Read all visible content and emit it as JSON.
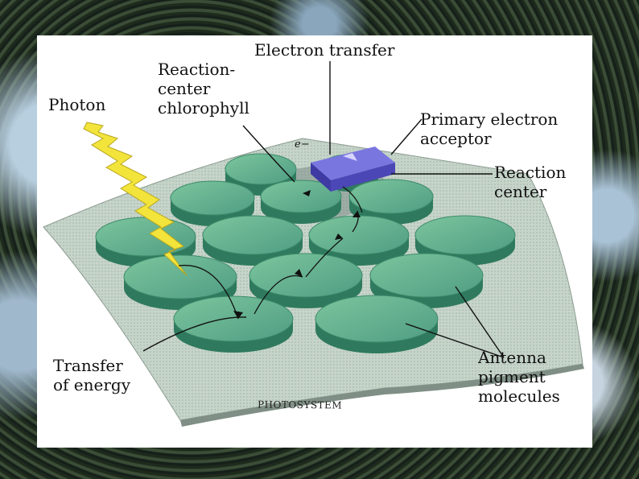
{
  "diagram": {
    "labels": {
      "electron_transfer": "Electron transfer",
      "reaction_center_chlorophyll": [
        "Reaction-",
        "center",
        "chlorophyll"
      ],
      "photon": "Photon",
      "primary_electron_acceptor": [
        "Primary electron",
        "acceptor"
      ],
      "reaction_center": [
        "Reaction",
        "center"
      ],
      "transfer_of_energy": [
        "Transfer",
        "of energy"
      ],
      "antenna_pigment_molecules": [
        "Antenna",
        "pigment",
        "molecules"
      ],
      "electron_symbol": "e−",
      "photosystem": "PHOTOSYSTEM"
    },
    "colors": {
      "membrane": "#c9d6cc",
      "pigment_disk": "#5fb08a",
      "pigment_disk_edge": "#2f7a5e",
      "acceptor_box": "#5a55c8",
      "photon_bolt": "#f2e43a",
      "label_text": "#111111"
    },
    "icons": [
      "lightning-bolt-icon"
    ]
  }
}
